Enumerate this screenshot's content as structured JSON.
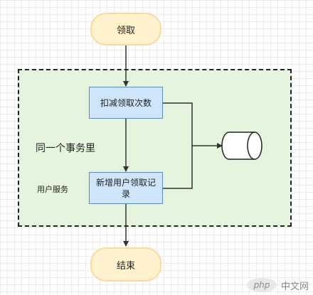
{
  "nodes": {
    "start": "领取",
    "step1": "扣减领取次数",
    "step2": "新增用户领取记录",
    "end": "结束"
  },
  "labels": {
    "transaction": "同一个事务里",
    "service": "用户服务"
  },
  "watermark": {
    "logo": "php",
    "site": "中文网"
  },
  "colors": {
    "terminal_fill": "#fff2cc",
    "terminal_border": "#fbd99c",
    "process_fill": "#cfe5fb",
    "process_border": "#5b8bc7",
    "region_fill": "#e5f4dd",
    "edge": "#333333"
  },
  "icons": {
    "database": "database-cylinder-icon"
  }
}
